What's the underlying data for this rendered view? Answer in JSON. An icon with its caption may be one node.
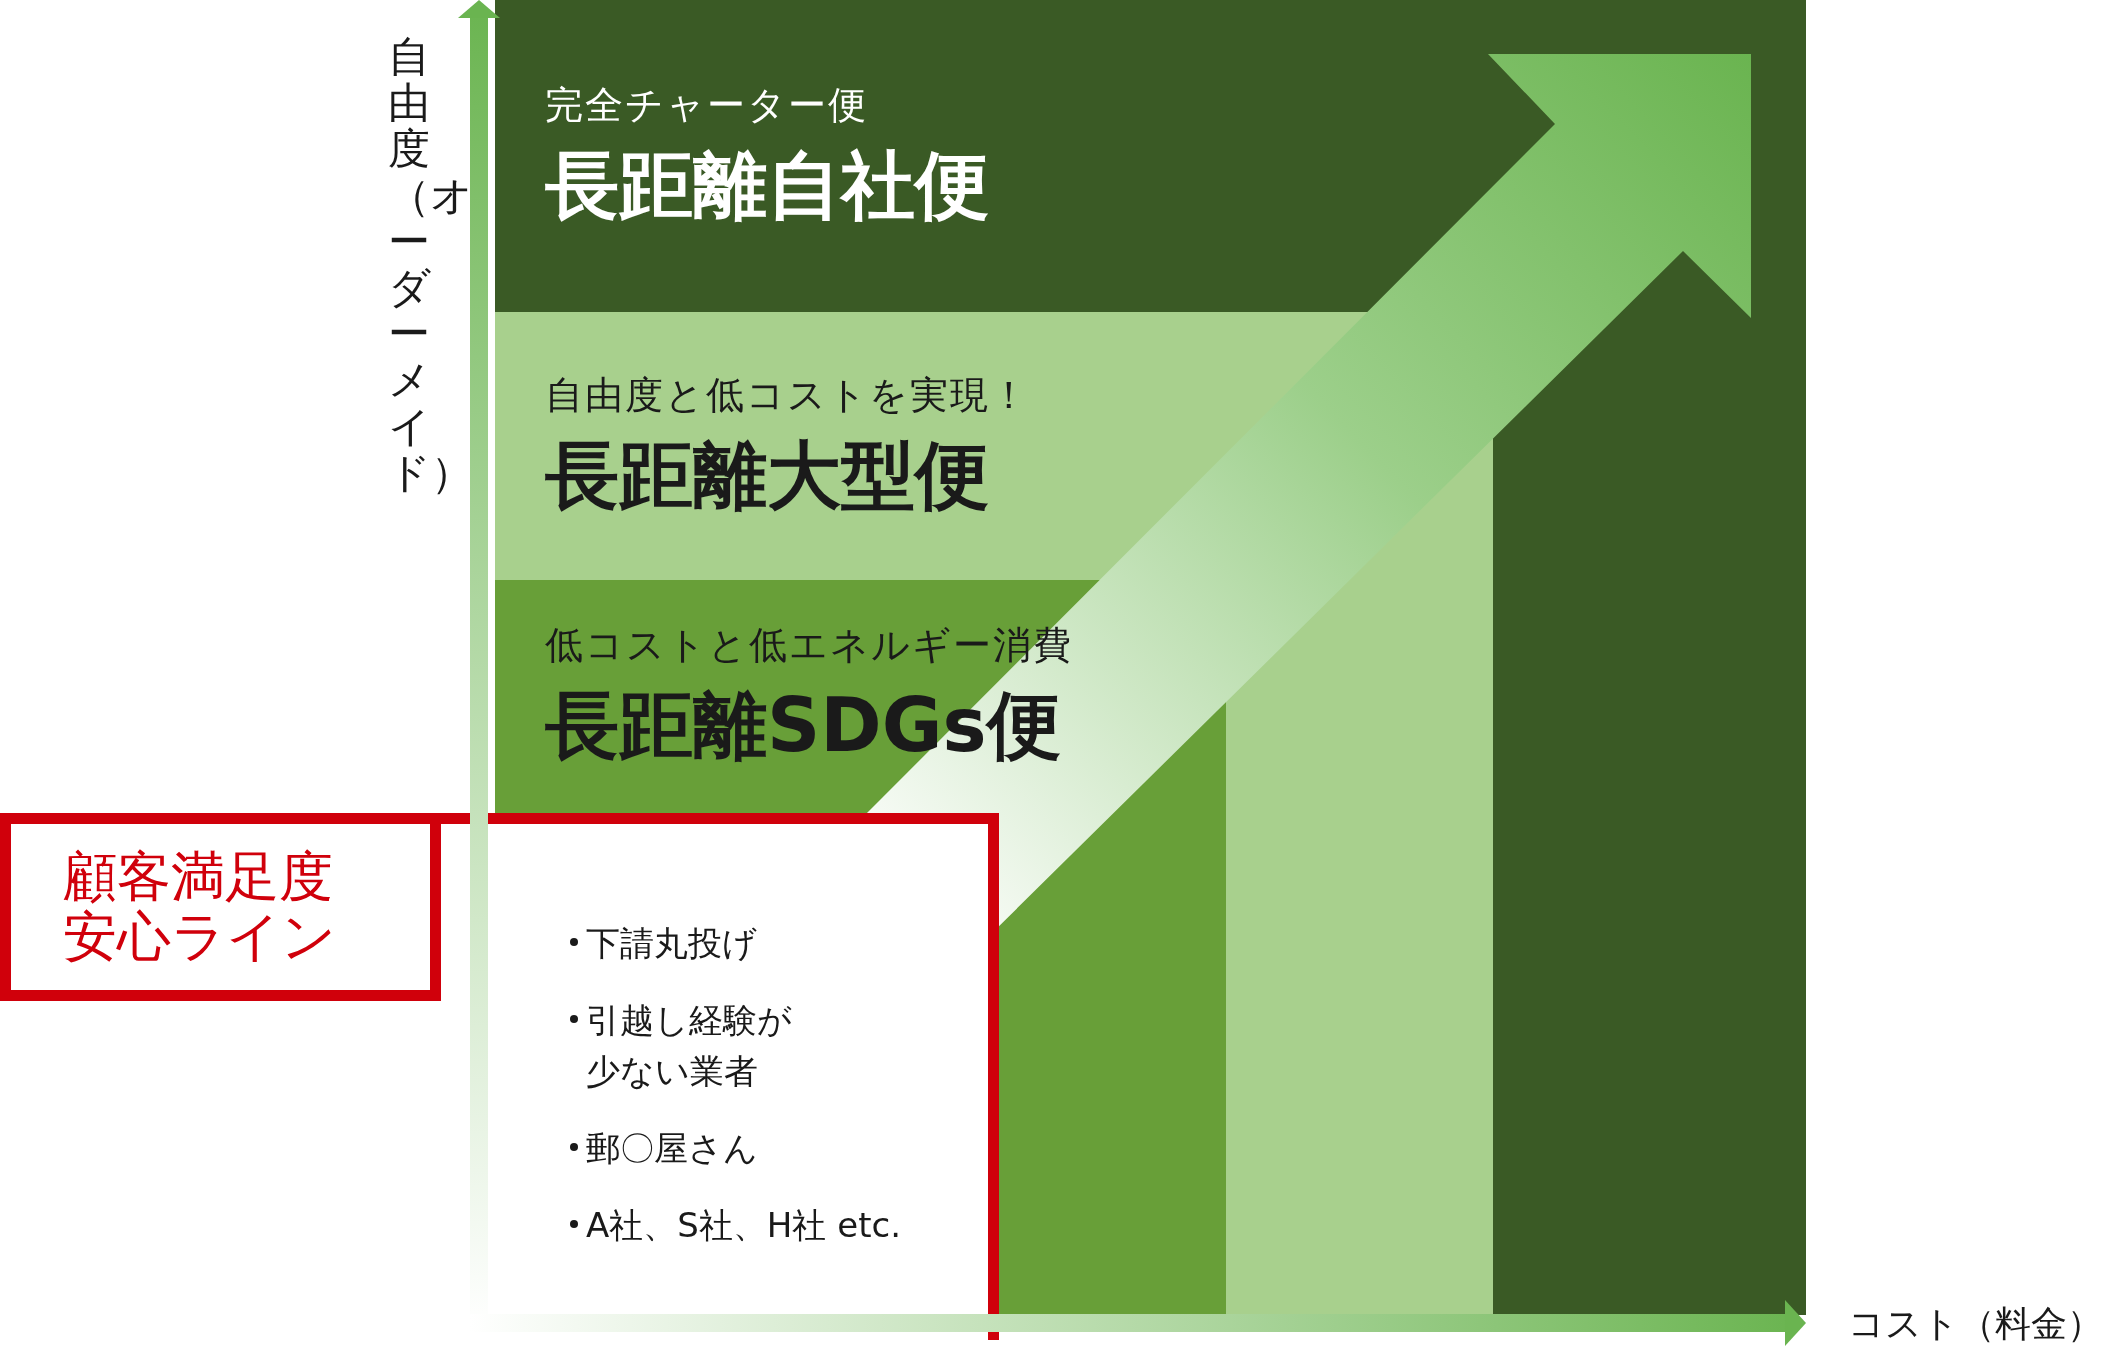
{
  "diagram": {
    "nodes": [
      {
        "text": [
          "完全チャーター便",
          "長距離自社便"
        ]
      },
      {
        "text": [
          "自由度と低コストを実現！",
          "長距離大型便"
        ]
      },
      {
        "text": [
          "低コストと低エネルギー消費",
          "長距離SDGs便"
        ]
      },
      {
        "text": [
          "顧客満足度安心ライン"
        ]
      },
      {
        "text": [
          "下請丸投げ",
          "引越し経験が少ない業者",
          "郵〇屋さん",
          "A社、S社、H社 etc."
        ]
      }
    ],
    "labels": [
      "自由度（オーダーメイド）",
      "コスト（料金）"
    ]
  }
}
